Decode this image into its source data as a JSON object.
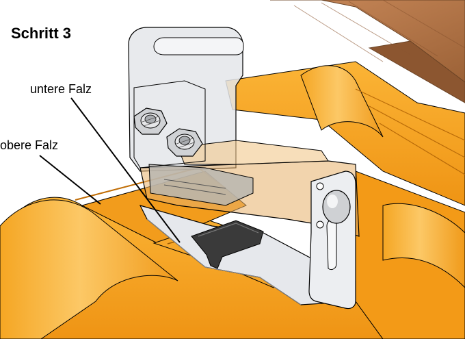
{
  "title": "Schritt 3",
  "labels": {
    "untere_falz": "untere Falz",
    "obere_falz": "obere Falz"
  },
  "colors": {
    "tile_orange": "#f7a21a",
    "tile_shadow": "#e08410",
    "tile_highlight": "#fbc25a",
    "wood": "#b77a4a",
    "bracket_glass": "#e4e6ea",
    "amber_glass": "#e8b06a",
    "clip_black": "#3a3a3a",
    "line": "#000000"
  }
}
